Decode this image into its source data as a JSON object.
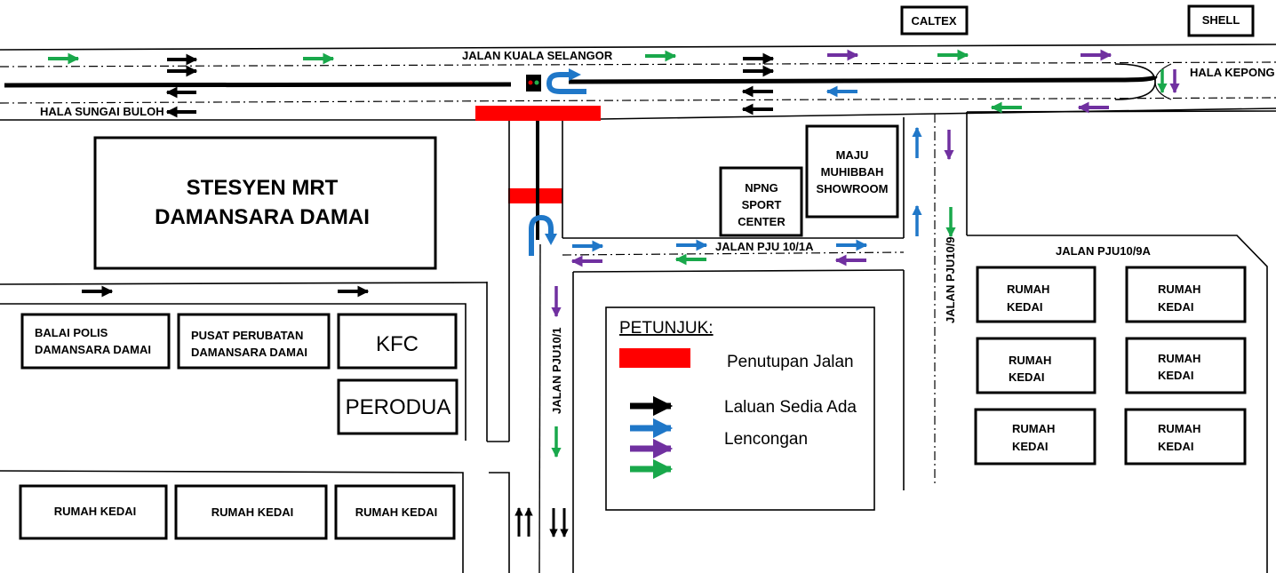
{
  "roads": {
    "main": "JALAN KUALA SELANGOR",
    "to_sungai_buloh": "HALA  SUNGAI BULOH",
    "to_kepong": "HALA KEPONG",
    "pju_10_1a": "JALAN PJU 10/1A",
    "pju_10_1": "JALAN PJU10/1",
    "pju_10_9": "JALAN PJU10/9",
    "pju_10_9a": "JALAN PJU10/9A"
  },
  "buildings": {
    "caltex": "CALTEX",
    "shell": "SHELL",
    "mrt_line1": "STESYEN MRT",
    "mrt_line2": "DAMANSARA DAMAI",
    "maju_line1": "MAJU",
    "maju_line2": "MUHIBBAH",
    "maju_line3": "SHOWROOM",
    "npng_line1": "NPNG",
    "npng_line2": "SPORT",
    "npng_line3": "CENTER",
    "balai_line1": "BALAI POLIS",
    "balai_line2": "DAMANSARA DAMAI",
    "pusat_line1": "PUSAT PERUBATAN",
    "pusat_line2": "DAMANSARA DAMAI",
    "kfc": "KFC",
    "perodua": "PERODUA",
    "rumah_kedai": "RUMAH KEDAI",
    "rumah": "RUMAH",
    "kedai": "KEDAI"
  },
  "legend": {
    "title": "PETUNJUK:",
    "closure": "Penutupan Jalan",
    "existing": "Laluan Sedia Ada",
    "detour": "Lencongan"
  },
  "colors": {
    "closure": "#ff0000",
    "existing": "#000000",
    "detour_blue": "#1f77c8",
    "detour_purple": "#7030a0",
    "detour_green": "#19a84b"
  }
}
